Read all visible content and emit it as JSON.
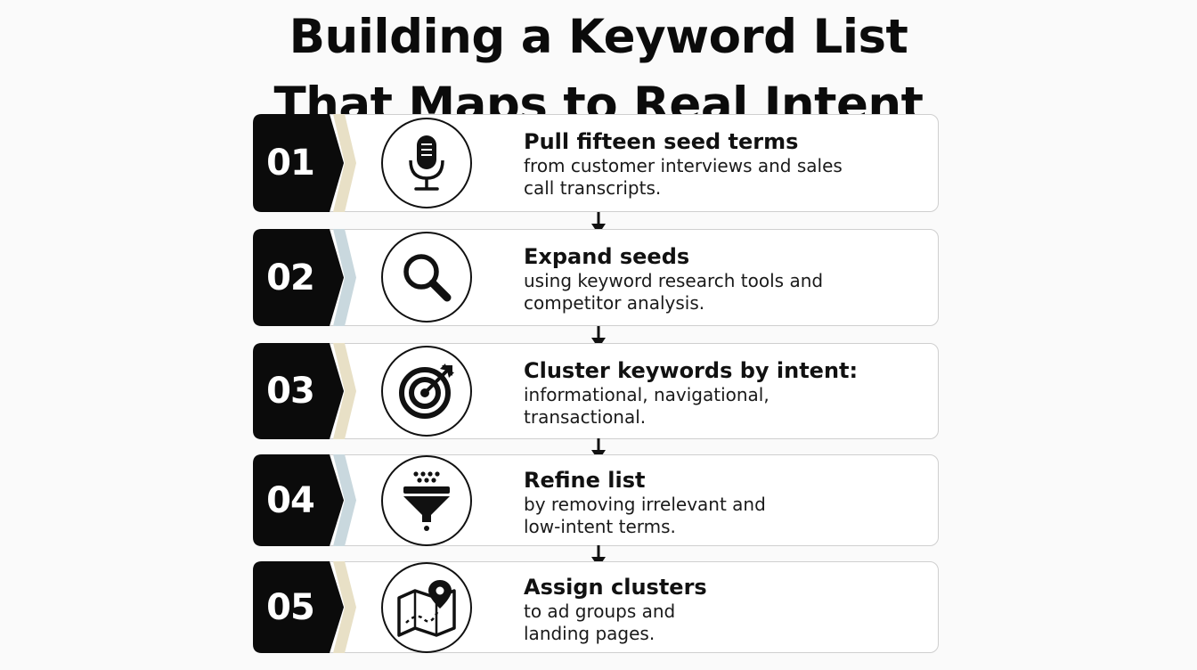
{
  "title": {
    "line1": "Building a Keyword List",
    "line2": "That Maps to Real Intent"
  },
  "colors": {
    "badge": "#0b0b0b",
    "accent_beige": "#e8e0c6",
    "accent_blue": "#c9d8de",
    "card_border": "#cfcfcf"
  },
  "steps": [
    {
      "number": "01",
      "icon": "microphone-icon",
      "heading": "Pull fifteen seed terms",
      "description": "from customer interviews and sales call transcripts."
    },
    {
      "number": "02",
      "icon": "magnifying-glass-icon",
      "heading": "Expand seeds",
      "description": "using keyword research tools and competitor analysis."
    },
    {
      "number": "03",
      "icon": "target-icon",
      "heading": "Cluster keywords by intent:",
      "description": "informational, navigational, transactional."
    },
    {
      "number": "04",
      "icon": "funnel-icon",
      "heading": "Refine list",
      "description": "by removing irrelevant and low-intent terms."
    },
    {
      "number": "05",
      "icon": "map-pin-icon",
      "heading": "Assign clusters",
      "description": "to ad groups and landing pages."
    }
  ]
}
